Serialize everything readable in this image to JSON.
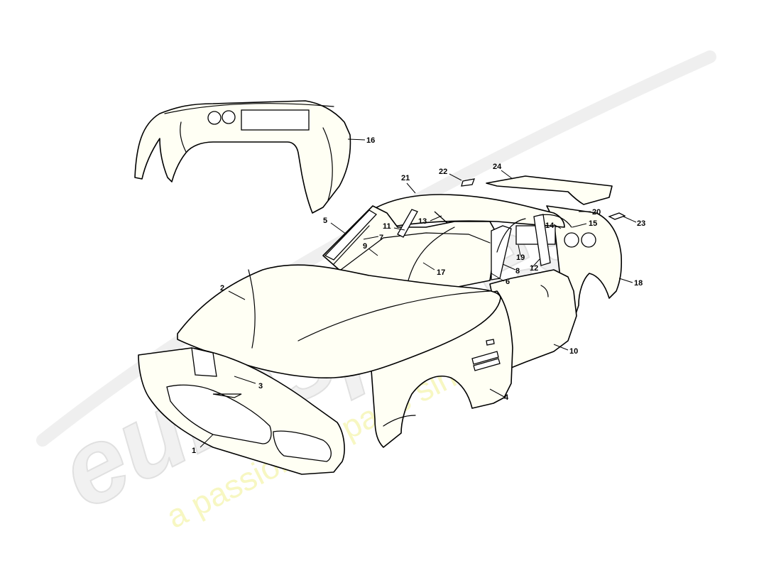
{
  "watermark": {
    "logo_text": "eurospares",
    "tagline": "a passion for parts since 1985"
  },
  "callouts": [
    {
      "id": "c1",
      "label": "1"
    },
    {
      "id": "c2",
      "label": "2"
    },
    {
      "id": "c3",
      "label": "3"
    },
    {
      "id": "c4",
      "label": "4"
    },
    {
      "id": "c5",
      "label": "5"
    },
    {
      "id": "c6",
      "label": "6"
    },
    {
      "id": "c7",
      "label": "7"
    },
    {
      "id": "c8",
      "label": "8"
    },
    {
      "id": "c9",
      "label": "9"
    },
    {
      "id": "c10",
      "label": "10"
    },
    {
      "id": "c11",
      "label": "11"
    },
    {
      "id": "c12",
      "label": "12"
    },
    {
      "id": "c13",
      "label": "13"
    },
    {
      "id": "c14",
      "label": "14"
    },
    {
      "id": "c15",
      "label": "15"
    },
    {
      "id": "c16",
      "label": "16"
    },
    {
      "id": "c17",
      "label": "17"
    },
    {
      "id": "c18",
      "label": "18"
    },
    {
      "id": "c19",
      "label": "19"
    },
    {
      "id": "c20",
      "label": "20"
    },
    {
      "id": "c21",
      "label": "21"
    },
    {
      "id": "c22",
      "label": "22"
    },
    {
      "id": "c23",
      "label": "23"
    },
    {
      "id": "c24",
      "label": "24"
    }
  ]
}
